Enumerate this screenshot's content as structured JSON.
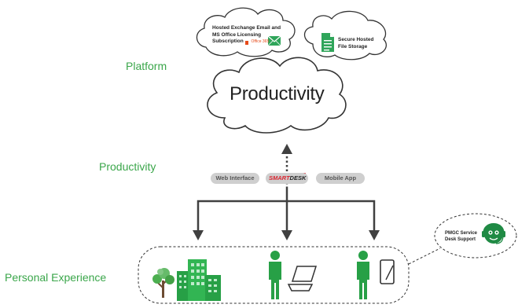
{
  "levels": {
    "platform": "Platform",
    "productivity": "Productivity",
    "personal_experience": "Personal Experience"
  },
  "clouds": {
    "main": "Productivity",
    "email_line1": "Hosted Exchange Email and",
    "email_line2": "MS Office Licensing",
    "email_line3": "Subscription",
    "office365_badge": "Office 365",
    "storage_line1": "Secure Hosted",
    "storage_line2": "File Storage"
  },
  "access": {
    "web": "Web Interface",
    "smartdesk_a": "SMART",
    "smartdesk_b": "DESK",
    "mobile": "Mobile App"
  },
  "support": {
    "line1": "PMGC Service",
    "line2": "Desk Support"
  },
  "colors": {
    "green": "#3aa64a",
    "dark_green": "#1f8a44",
    "arrow": "#404040",
    "smartdesk_red": "#d9232e"
  }
}
